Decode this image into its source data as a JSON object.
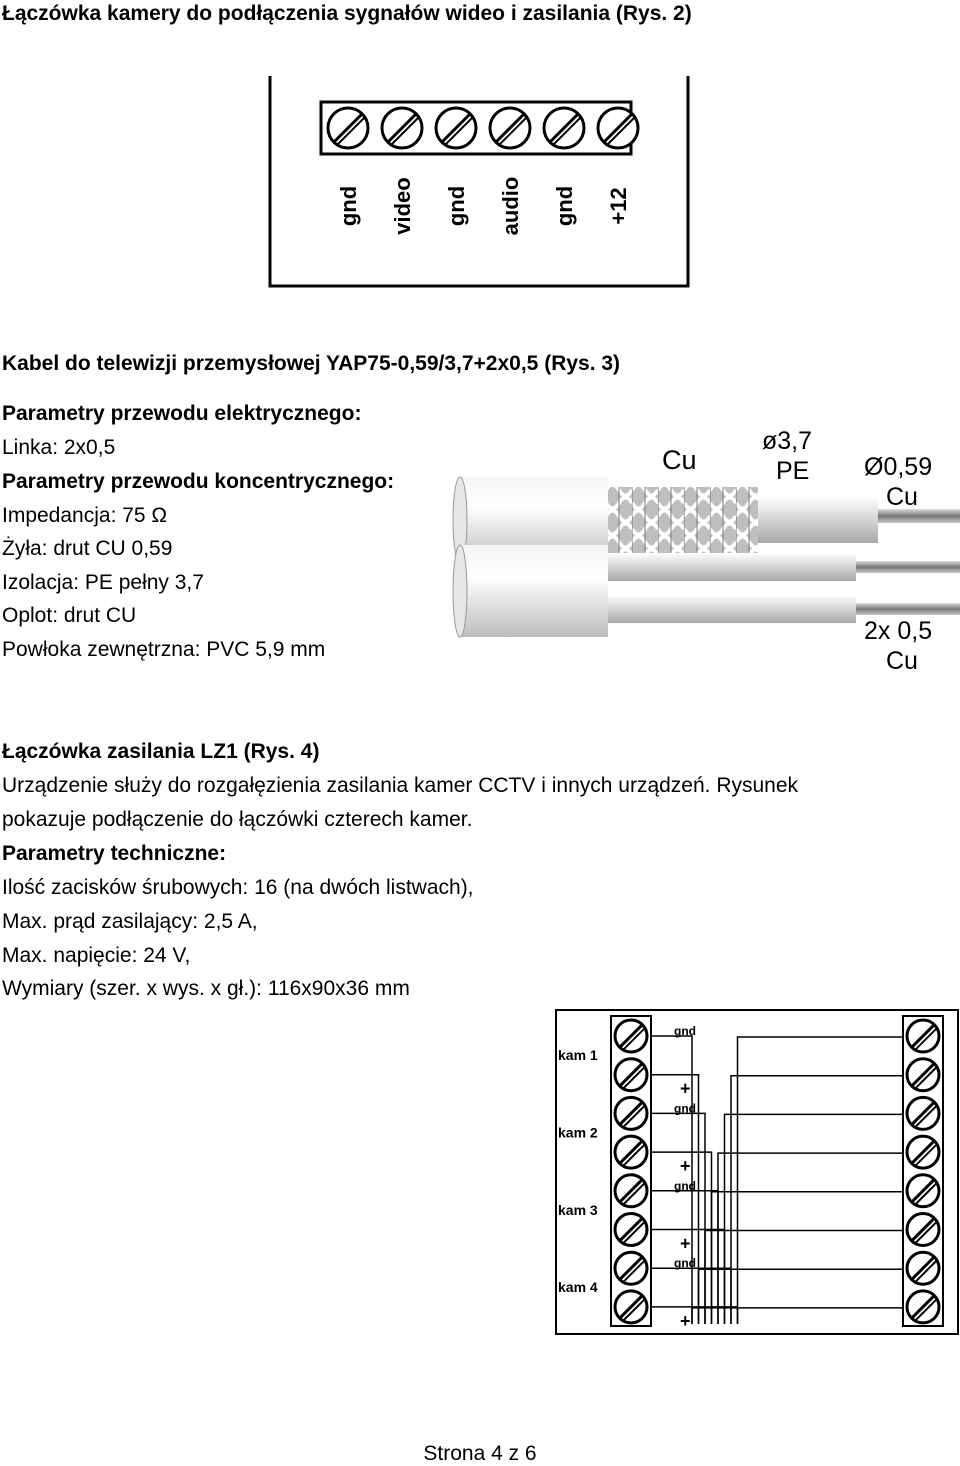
{
  "section1": {
    "title": "Łączówka kamery do podłączenia sygnałów wideo i zasilania (Rys. 2)",
    "terminal_labels": [
      "gnd",
      "video",
      "gnd",
      "audio",
      "gnd",
      "+12"
    ]
  },
  "section2": {
    "title": "Kabel do telewizji przemysłowej YAP75-0,59/3,7+2x0,5 (Rys. 3)",
    "lines": [
      "Parametry przewodu elektrycznego:",
      "Linka: 2x0,5",
      "Parametry przewodu koncentrycznego:",
      "Impedancja: 75 Ω",
      "Żyła: drut CU 0,59",
      "Izolacja: PE pełny 3,7",
      "Oplot: drut CU",
      "Powłoka zewnętrzna: PVC 5,9 mm"
    ],
    "cable_labels": {
      "braid": "Cu",
      "insulation_dia": "ø3,7",
      "insulation_mat": "PE",
      "core_dia": "Ø0,59",
      "core_mat": "Cu",
      "pair": "2x 0,5",
      "pair_mat": "Cu"
    }
  },
  "section3": {
    "title": "Łączówka zasilania LZ1 (Rys. 4)",
    "lines": [
      "Urządzenie służy do rozgałęzienia zasilania kamer CCTV i innych urządzeń. Rysunek",
      "pokazuje podłączenie do łączówki czterech kamer.",
      "Parametry techniczne:",
      "Ilość zacisków śrubowych: 16 (na dwóch listwach),",
      "Max. prąd zasilający: 2,5 A,",
      "Max. napięcie: 24 V,",
      "Wymiary (szer. x wys. x gł.): 116x90x36 mm"
    ],
    "diagram": {
      "cameras": [
        "kam 1",
        "kam 2",
        "kam 3",
        "kam 4"
      ],
      "pin_labels": [
        "gnd",
        "+",
        "gnd",
        "+",
        "gnd",
        "+",
        "gnd",
        "+"
      ]
    }
  },
  "footer": {
    "page": "Strona 4 z 6"
  }
}
